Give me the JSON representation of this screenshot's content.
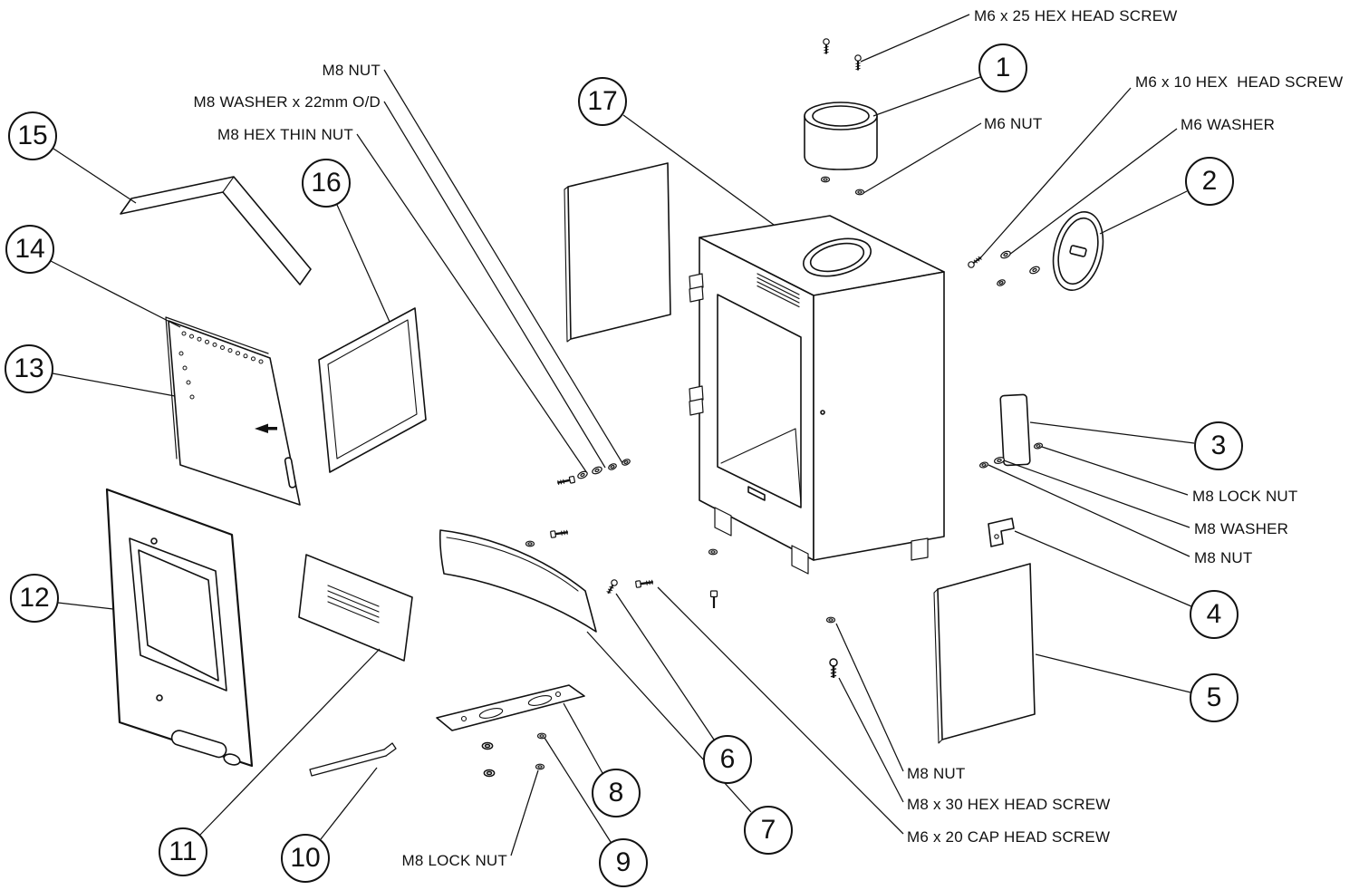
{
  "diagram": {
    "background": "#ffffff",
    "line_color": "#111111",
    "callouts": [
      {
        "num": "1"
      },
      {
        "num": "2"
      },
      {
        "num": "3"
      },
      {
        "num": "4"
      },
      {
        "num": "5"
      },
      {
        "num": "6"
      },
      {
        "num": "7"
      },
      {
        "num": "8"
      },
      {
        "num": "9"
      },
      {
        "num": "10"
      },
      {
        "num": "11"
      },
      {
        "num": "12"
      },
      {
        "num": "13"
      },
      {
        "num": "14"
      },
      {
        "num": "15"
      },
      {
        "num": "16"
      },
      {
        "num": "17"
      }
    ],
    "labels": [
      {
        "text": "M6 x 25 HEX HEAD SCREW"
      },
      {
        "text": "M6 x 10 HEX  HEAD SCREW"
      },
      {
        "text": "M6 NUT"
      },
      {
        "text": "M6 WASHER"
      },
      {
        "text": "M8 NUT"
      },
      {
        "text": "M8 WASHER x 22mm O/D"
      },
      {
        "text": "M8 HEX THIN NUT"
      },
      {
        "text": "M8 LOCK NUT"
      },
      {
        "text": "M8 WASHER"
      },
      {
        "text": "M8 NUT"
      },
      {
        "text": "M8 NUT"
      },
      {
        "text": "M8 x 30 HEX HEAD SCREW"
      },
      {
        "text": "M6 x 20 CAP HEAD SCREW"
      },
      {
        "text": "M8 LOCK NUT"
      }
    ]
  }
}
